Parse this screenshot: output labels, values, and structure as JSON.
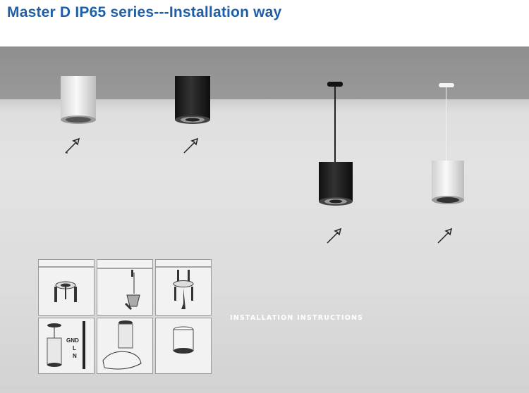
{
  "header": {
    "title": "Master D IP65 series---Installation way"
  },
  "scene": {
    "instructions_label": "INSTALLATION INSTRUCTIONS",
    "wiring_labels": {
      "gnd": "GND",
      "l": "L",
      "n": "N"
    },
    "fixtures": [
      {
        "name": "white-surface-mounted",
        "color": "#e6e6e6"
      },
      {
        "name": "black-surface-mounted",
        "color": "#1c1c1c"
      },
      {
        "name": "black-pendant",
        "color": "#1c1c1c"
      },
      {
        "name": "white-pendant",
        "color": "#e6e6e6"
      }
    ]
  }
}
